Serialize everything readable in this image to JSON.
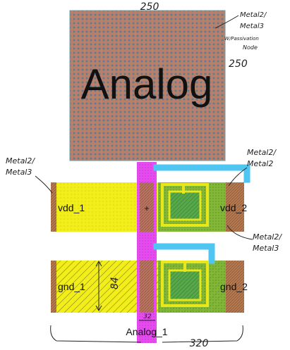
{
  "diagram": {
    "title": "Analog",
    "pad": {
      "width_label": "250",
      "height_label": "250",
      "annotation_lines": [
        "Metal2/",
        "Metal3",
        "W/Passivation",
        "Node"
      ]
    },
    "pins": {
      "vdd_left": "vdd_1",
      "vdd_right": "vdd_2",
      "gnd_left": "gnd_1",
      "gnd_right": "gnd_2",
      "analog": "Analog_1"
    },
    "annotations": {
      "left_metal": [
        "Metal2/",
        "Metal3"
      ],
      "right_top_metal": [
        "Metal2/",
        "Metal2"
      ],
      "right_bottom_metal": [
        "Metal2/",
        "Metal3"
      ],
      "rail_height": "84",
      "trace_width": "32",
      "total_width": "320"
    },
    "colors": {
      "pad_fill": "#b8806a",
      "pad_dots": "#5f7d92",
      "yellow": "#f2ee1a",
      "brown_strip": "#b47a52",
      "magenta": "#e64bf0",
      "cyan": "#4fc6f2",
      "green": "#6fae3c",
      "contact": "#56a84a"
    }
  }
}
